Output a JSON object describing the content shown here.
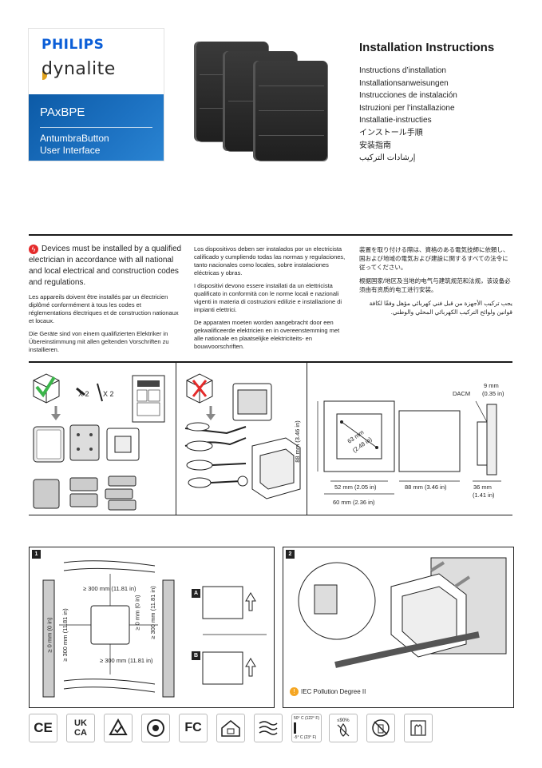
{
  "brand": {
    "philips": "PHILIPS",
    "dynalite": "dynalite",
    "model": "PAxBPE",
    "desc_line1": "AntumbraButton",
    "desc_line2": "User Interface",
    "accent": "#0b5ed7"
  },
  "header": {
    "title": "Installation Instructions",
    "translations": [
      "Instructions d’installation",
      "Installationsanweisungen",
      "Instrucciones de instalación",
      "Istruzioni per l’installazione",
      "Installatie-instructies",
      "インストール手順",
      "安装指南",
      "إرشادات التركيب"
    ]
  },
  "warning": {
    "col1_main": "Devices must be installed by a qualified electrician in accordance with all national and local electrical and construction codes and regulations.",
    "col1_fr": "Les appareils doivent être installés par un électricien diplômé conformément à tous les codes et réglementations électriques et de construction nationaux et locaux.",
    "col1_de": "Die Geräte sind von einem qualifizierten Elektriker in Übereinstimmung mit allen geltenden Vorschriften zu installieren.",
    "col2_es": "Los dispositivos deben ser instalados por un electricista calificado y cumpliendo todas las normas y regulaciones, tanto nacionales como locales, sobre instalaciones eléctricas y obras.",
    "col2_it": "I dispositivi devono essere installati da un elettricista qualificato in conformità con le norme locali e nazionali vigenti in materia di costruzioni edilizie e installazione di impianti elettrici.",
    "col2_nl": "De apparaten moeten worden aangebracht door een gekwalificeerde elektricien en in overeenstemming met alle nationale en plaatselijke elektriciteits- en bouwvoorschriften.",
    "col3_ja": "装置を取り付ける際は、資格のある電気技師に依頼し、国および地域の電気および建設に関するすべての法令に従ってください。",
    "col3_zh": "根据国家/地区及当地的电气与建筑规范和法规，该设备必须由有资质的电工进行安装。",
    "col3_ar": "يجب تركيب الأجهزة من قبل فني كهربائي مؤهل وفقًا لكافة قوانين ولوائح التركيب الكهربائي المحلي والوطني."
  },
  "contents": {
    "screws_qty": "X 2",
    "anchors_qty": "X 2"
  },
  "dimensions": {
    "dacm": "DACM",
    "depth_mm": "9 mm",
    "depth_in": "(0.35 in)",
    "height": "88 mm (3.46 in)",
    "diag_mm": "63 mm",
    "diag_in": "(2.48 in)",
    "inner_w": "52 mm (2.05 in)",
    "outer_w": "60 mm (2.36 in)",
    "plate_w": "88 mm (3.46 in)",
    "side_mm": "36 mm",
    "side_in": "(1.41 in)"
  },
  "step1": {
    "number": "1",
    "clear_top": "≥ 300 mm (11.81 in)",
    "clear_bottom": "≥ 300 mm (11.81 in)",
    "left_a": "≥ 0 mm (0 in)",
    "left_b": "≥ 300 mm (11.81 in)",
    "right_a": "≥ 0 mm (0 in)",
    "right_b": "≥ 300 mm (11.81 in)",
    "label_a": "A",
    "label_b": "B"
  },
  "step2": {
    "number": "2",
    "pollution": "IEC Pollution Degree II"
  },
  "certifications": {
    "ce": "CE",
    "ukca_top": "UK",
    "ukca_bottom": "CA",
    "fcc": "FC",
    "temp_high": "50° C (122° F)",
    "temp_low": "-5° C (23° F)",
    "humidity": "≤90%"
  }
}
